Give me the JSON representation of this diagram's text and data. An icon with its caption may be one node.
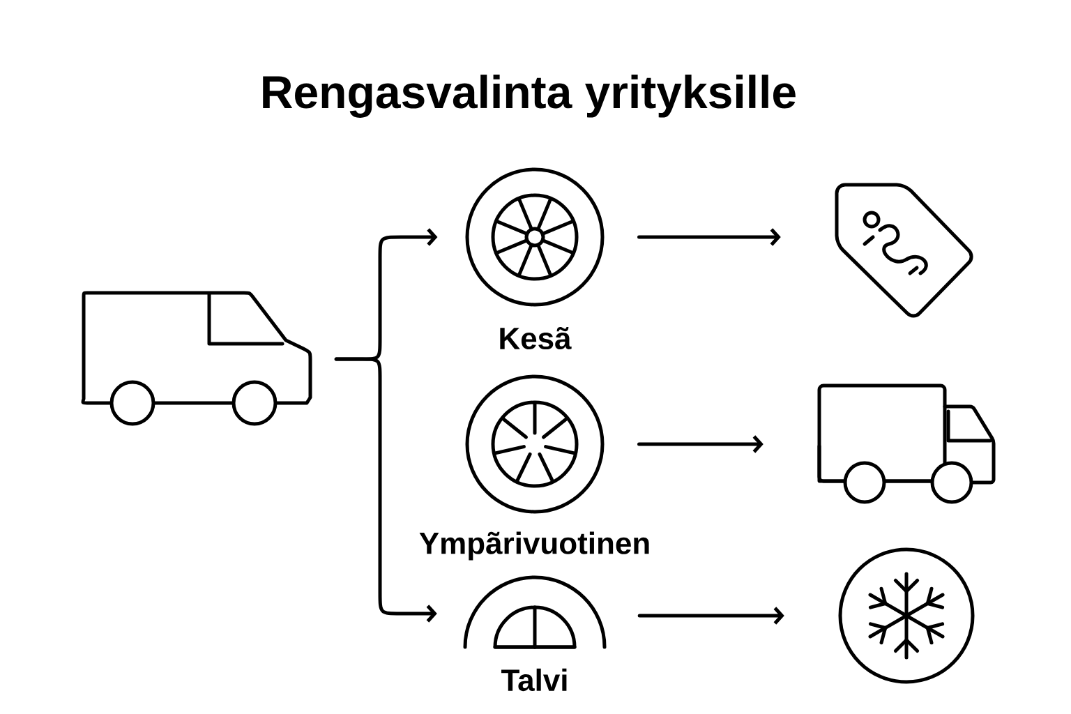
{
  "diagram": {
    "title": "Rengasvalinta yrityksille",
    "nodes": [
      {
        "text": [],
        "shape": "picture"
      },
      {
        "text": [
          "Kesã"
        ]
      },
      {
        "text": [
          "Ympãrivuotinen"
        ]
      },
      {
        "text": [
          "Talvi"
        ]
      },
      {
        "text": [],
        "shape": "picture"
      },
      {
        "text": [],
        "shape": "picture"
      },
      {
        "text": [],
        "shape": "picture"
      }
    ],
    "edges": [
      {
        "from": 0,
        "to": 1,
        "arrow": "to"
      },
      {
        "from": 0,
        "to": 3,
        "arrow": "to"
      },
      {
        "from": 1,
        "to": 4,
        "arrow": "to"
      },
      {
        "from": 2,
        "to": 5,
        "arrow": "to"
      },
      {
        "from": 3,
        "to": 6,
        "arrow": "to"
      }
    ]
  }
}
